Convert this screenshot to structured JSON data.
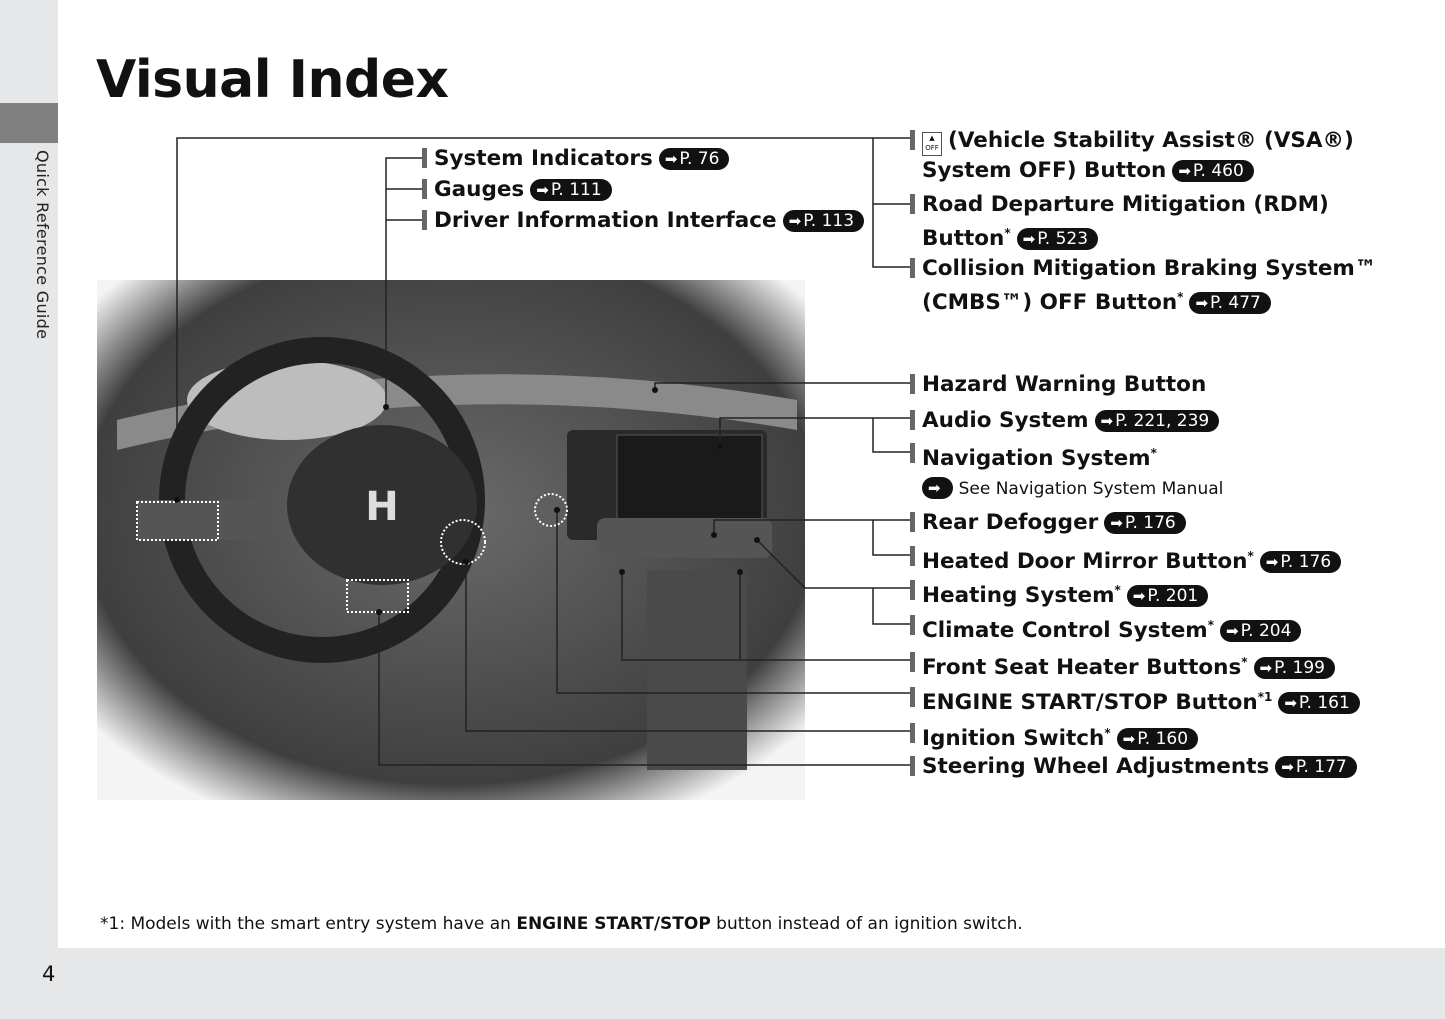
{
  "title": "Visual Index",
  "side_tab": "Quick Reference Guide",
  "page_number": "4",
  "footnote": {
    "prefix": "*1: Models with the smart entry system have an ",
    "bold": "ENGINE START/STOP",
    "suffix": " button instead of an ignition switch."
  },
  "left_labels": [
    {
      "text": "System Indicators",
      "page": "P. 76"
    },
    {
      "text": "Gauges",
      "page": "P. 111"
    },
    {
      "text": "Driver Information Interface",
      "page": "P. 113"
    }
  ],
  "right_labels": [
    {
      "line1": "(Vehicle Stability Assist® (VSA®)",
      "line2": "System OFF) Button",
      "page": "P. 460",
      "icon": "vsa-off-icon",
      "icon_text": "OFF"
    },
    {
      "line1": "Road Departure Mitigation (RDM)",
      "line2": "Button",
      "mark": "*",
      "page": "P. 523"
    },
    {
      "line1": "Collision Mitigation Braking System™",
      "line2": "(CMBS™) OFF Button",
      "mark": "*",
      "page": "P. 477"
    },
    {
      "text": "Hazard Warning Button"
    },
    {
      "text": "Audio System",
      "page": "P. 221, 239"
    },
    {
      "text": "Navigation System",
      "mark": "*",
      "sub": "See Navigation System Manual"
    },
    {
      "text": "Rear Defogger",
      "page": "P. 176"
    },
    {
      "text": "Heated Door Mirror Button",
      "mark": "*",
      "page": "P. 176"
    },
    {
      "text": "Heating System",
      "mark": "*",
      "page": "P. 201"
    },
    {
      "text": "Climate Control System",
      "mark": "*",
      "page": "P. 204"
    },
    {
      "text": "Front Seat Heater Buttons",
      "mark": "*",
      "page": "P. 199"
    },
    {
      "text": "ENGINE START/STOP Button",
      "mark": "*1",
      "page": "P. 161"
    },
    {
      "text": "Ignition Switch",
      "mark": "*",
      "page": "P. 160"
    },
    {
      "text": "Steering Wheel Adjustments",
      "page": "P. 177"
    }
  ],
  "arrow_icon": "➡"
}
